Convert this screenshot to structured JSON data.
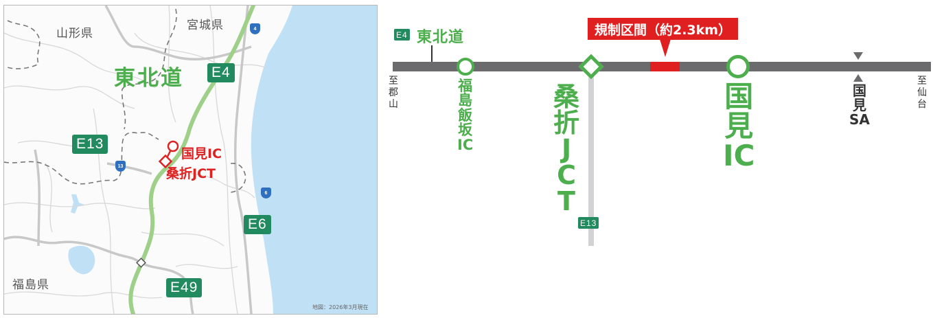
{
  "map": {
    "prefectures": [
      "山形県",
      "宮城県",
      "福島県"
    ],
    "expressway_label": "東北道",
    "expressway_signs": {
      "e4": "E4",
      "e13": "E13",
      "e6": "E6",
      "e49": "E49"
    },
    "national_routes": {
      "r4": "4",
      "r13": "13",
      "r6": "6"
    },
    "highlight": {
      "line1": "国見IC",
      "line2": "桑折JCT"
    },
    "credit": "地図：2026年3月現在",
    "colors": {
      "sea": "#c0e0f6",
      "expressway": "#9fd08a",
      "highlight": "#dd2222",
      "sign": "#228a5f",
      "route_shield": "#2f6fc0"
    }
  },
  "diagram": {
    "route_sign": "E4",
    "route_name": "東北道",
    "restriction_callout": "規制区間（約2.3km）",
    "direction_left": [
      "至",
      "郡",
      "山"
    ],
    "direction_right": [
      "至",
      "仙",
      "台"
    ],
    "stations": [
      {
        "type": "IC",
        "chars": [
          "福",
          "島",
          "飯",
          "坂",
          "IC"
        ]
      },
      {
        "type": "JCT",
        "chars": [
          "桑",
          "折",
          "J",
          "C",
          "T"
        ],
        "branch_sign": "E13"
      },
      {
        "type": "IC",
        "chars": [
          "国",
          "見",
          "IC"
        ]
      },
      {
        "type": "SA",
        "chars": [
          "国",
          "見",
          "SA"
        ]
      }
    ],
    "colors": {
      "road": "#6b6b6d",
      "restriction": "#e02020",
      "station": "#4cae4c",
      "branch": "#d2d2d4"
    }
  }
}
